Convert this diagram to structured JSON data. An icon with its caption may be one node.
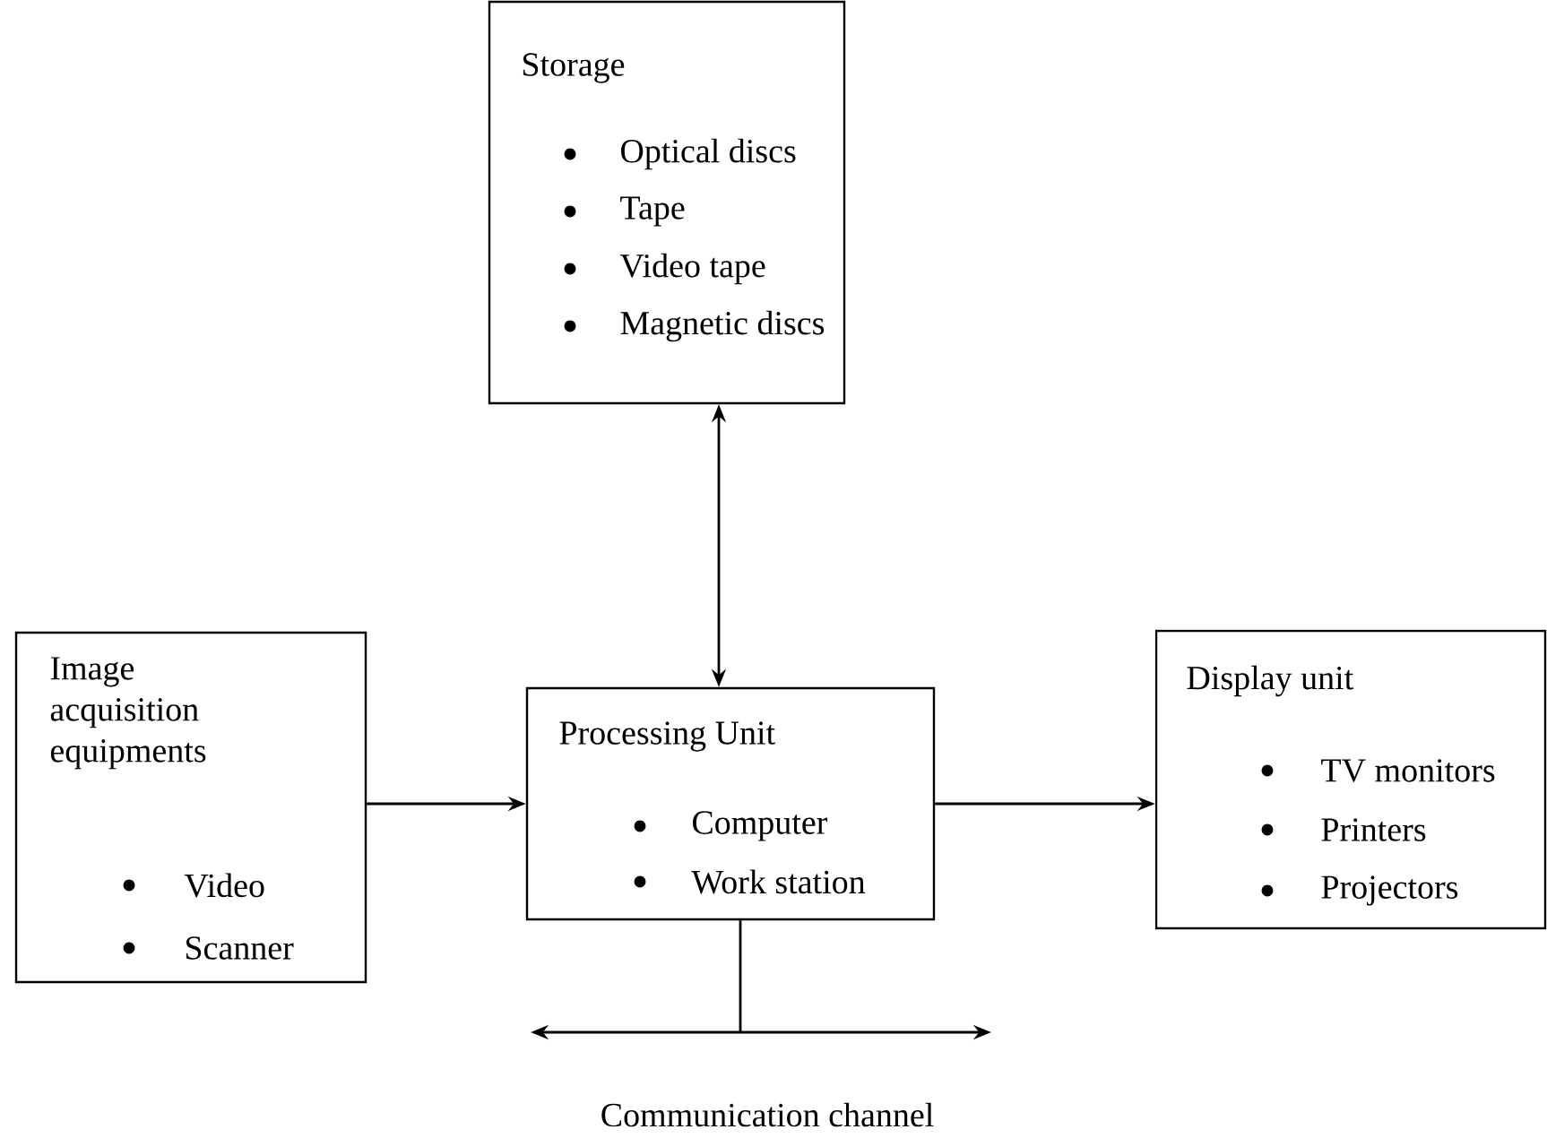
{
  "diagram": {
    "nodes": [
      {
        "text": [
          "Storage",
          "Optical discs",
          "Tape",
          "Video tape",
          "Magnetic discs"
        ]
      },
      {
        "text": [
          "Image acquisition equipments",
          "Video",
          "Scanner"
        ]
      },
      {
        "text": [
          "Processing Unit",
          "Computer",
          "Work station"
        ]
      },
      {
        "text": [
          "Display unit",
          "TV monitors",
          "Printers",
          "Projectors"
        ]
      }
    ],
    "edges": [
      {
        "from": 0,
        "to": 2,
        "arrow": "both"
      },
      {
        "from": 1,
        "to": 2,
        "arrow": "to"
      },
      {
        "from": 2,
        "to": 3,
        "arrow": "to"
      },
      {
        "from": 2,
        "to": null,
        "arrow": "none"
      }
    ],
    "labels": [
      "Communication channel"
    ]
  }
}
